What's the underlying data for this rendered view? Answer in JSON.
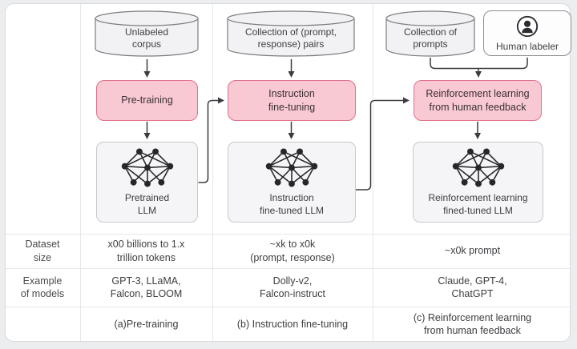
{
  "figure": {
    "columns": [
      {
        "source": "Unlabeled\ncorpus",
        "stage": "Pre-training",
        "model": "Pretrained\nLLM",
        "dataset_size": "x00 billions to 1.x\ntrillion tokens",
        "example_models": "GPT-3, LLaMA,\nFalcon, BLOOM",
        "caption": "(a)Pre-training"
      },
      {
        "source": "Collection of (prompt,\nresponse) pairs",
        "stage": "Instruction\nfine-tuning",
        "model": "Instruction\nfine-tuned LLM",
        "dataset_size": "~xk to x0k\n(prompt, response)",
        "example_models": "Dolly-v2,\nFalcon-instruct",
        "caption": "(b) Instruction fine-tuning"
      },
      {
        "source": "Collection of\nprompts",
        "labeler": "Human labeler",
        "stage": "Reinforcement learning\nfrom human feedback",
        "model": "Reinforcement learning\nfined-tuned LLM",
        "dataset_size": "~x0k prompt",
        "example_models": "Claude, GPT-4,\nChatGPT",
        "caption": "(c) Reinforcement learning\nfrom human feedback"
      }
    ],
    "row_labels": {
      "dataset_size": "Dataset\nsize",
      "example_models": "Example\nof models"
    },
    "colors": {
      "stage_fill": "#f8c8d3",
      "stage_border": "#e17089",
      "box_fill": "#f5f5f7",
      "cylinder_fill": "#f2f2f4",
      "arrow": "#3b3b40",
      "text": "#3e3e43"
    }
  }
}
